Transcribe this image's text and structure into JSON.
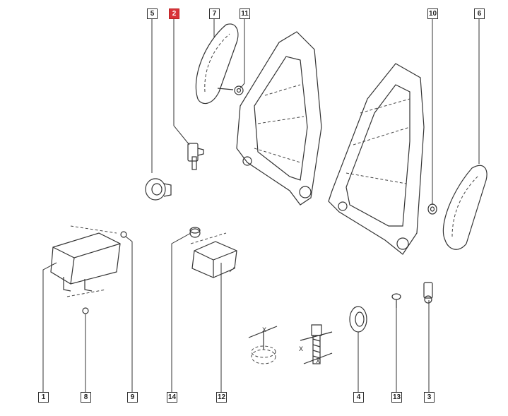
{
  "callouts": {
    "c1": "1",
    "c2": "2",
    "c3": "3",
    "c4": "4",
    "c5": "5",
    "c6": "6",
    "c7": "7",
    "c8": "8",
    "c9": "9",
    "c10": "10",
    "c11": "11",
    "c12": "12",
    "c13": "13",
    "c14": "14"
  },
  "torque_symbol": {
    "nut": "X",
    "bolt_a": "X",
    "bolt_b": "X"
  },
  "highlight_color": "#d8333a"
}
